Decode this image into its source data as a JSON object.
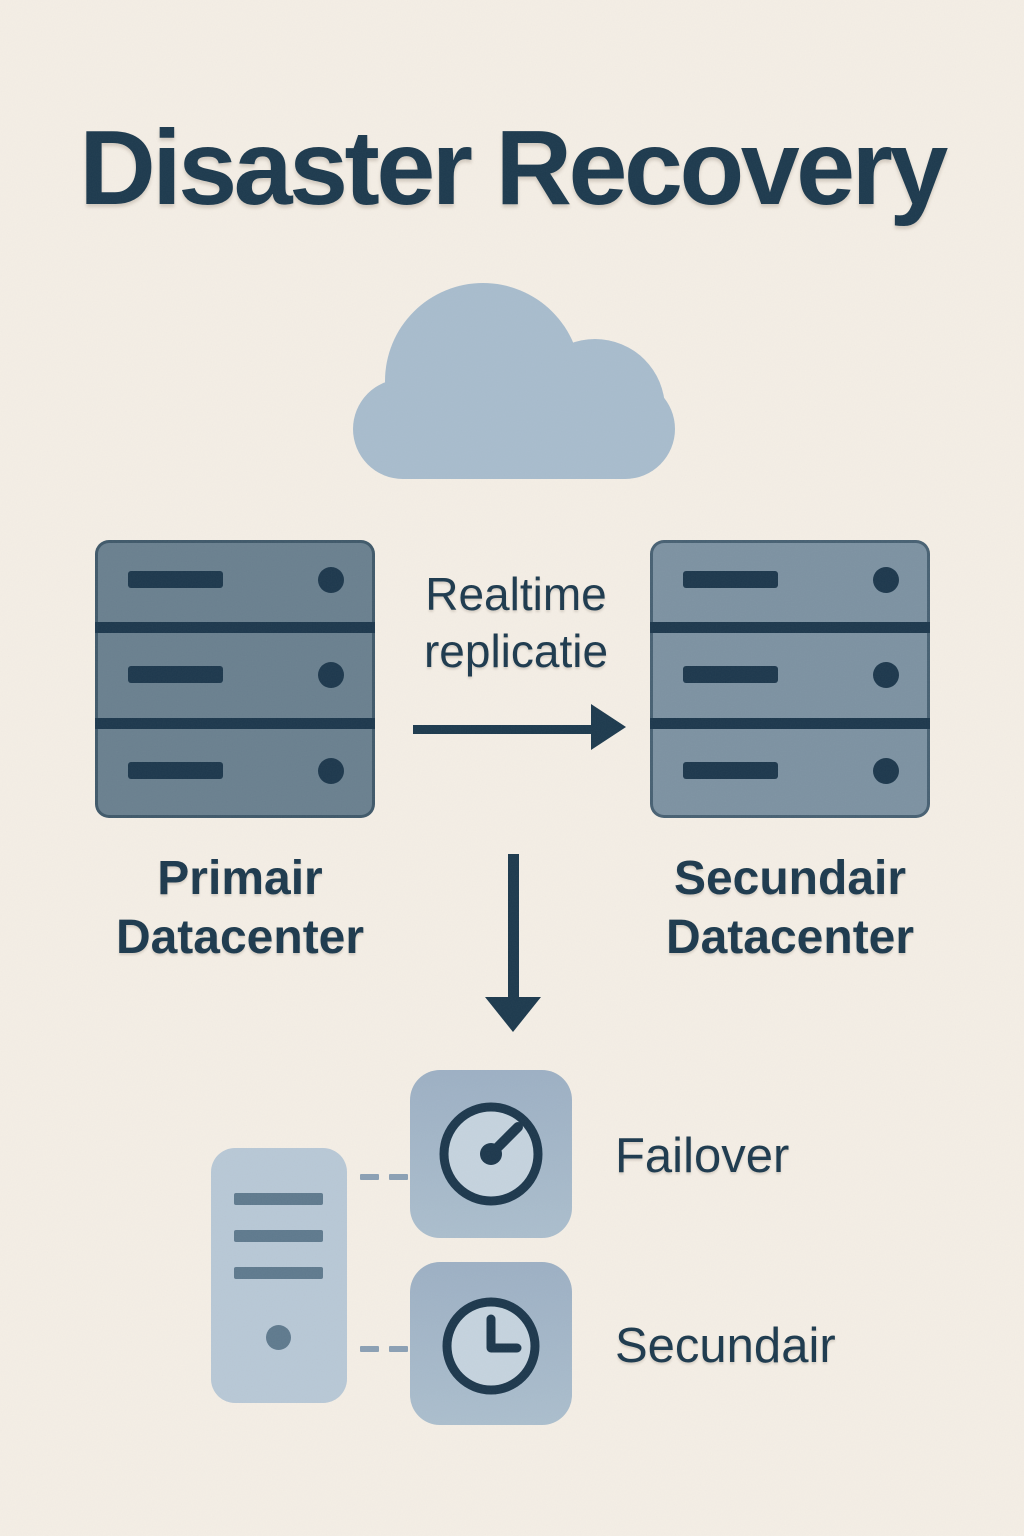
{
  "title": "Disaster Recovery",
  "colors": {
    "bg": "#f4eee5",
    "ink": "#1d3a4e",
    "cloud": "#a8bccd",
    "rack-primary": "#6a808f",
    "rack-secondary": "#7d92a2",
    "rack-detail": "#1d384d",
    "tower": "#b8c8d6",
    "tower-detail": "#5f7a8e",
    "tile-top": "#9db0c4",
    "tile-bottom": "#abbecd",
    "icon-ring": "#1d384d",
    "icon-face": "#c5d3de",
    "dash": "#8ba0b4"
  },
  "flow": {
    "replication_label": "Realtime replicatie",
    "primary_label": "Primair Datacenter",
    "secondary_label": "Secundair Datacenter"
  },
  "failover_section": {
    "failover_label": "Failover",
    "secondary_label": "Secundair"
  },
  "icons": {
    "cloud": "cloud-icon",
    "primary_rack": "server-rack-icon",
    "secondary_rack": "server-rack-icon",
    "replication_arrow": "arrow-right-icon",
    "failover_arrow": "arrow-down-icon",
    "tower": "tower-server-icon",
    "failover_tile": "gauge-icon",
    "secondary_tile": "clock-icon"
  }
}
